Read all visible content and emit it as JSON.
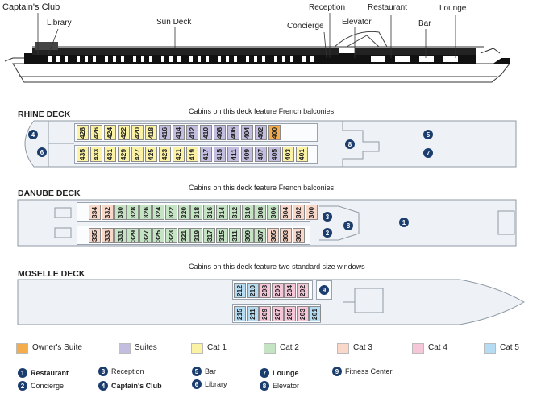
{
  "profile": {
    "labels": [
      {
        "text": "Captain's Club"
      },
      {
        "text": "Library"
      },
      {
        "text": "Sun Deck"
      },
      {
        "text": "Reception"
      },
      {
        "text": "Concierge"
      },
      {
        "text": "Elevator"
      },
      {
        "text": "Restaurant"
      },
      {
        "text": "Bar"
      },
      {
        "text": "Lounge"
      }
    ]
  },
  "rhine": {
    "title": "RHINE DECK",
    "note": "Cabins on this deck feature French balconies",
    "top": [
      {
        "n": "428",
        "c": "cat1"
      },
      {
        "n": "426",
        "c": "cat1"
      },
      {
        "n": "424",
        "c": "cat1"
      },
      {
        "n": "422",
        "c": "cat1"
      },
      {
        "n": "420",
        "c": "cat1"
      },
      {
        "n": "418",
        "c": "cat1"
      },
      {
        "n": "416",
        "c": "suite"
      },
      {
        "n": "414",
        "c": "suite"
      },
      {
        "n": "412",
        "c": "suite"
      },
      {
        "n": "410",
        "c": "suite"
      },
      {
        "n": "408",
        "c": "suite"
      },
      {
        "n": "406",
        "c": "suite"
      },
      {
        "n": "404",
        "c": "suite"
      },
      {
        "n": "402",
        "c": "suite"
      },
      {
        "n": "400",
        "c": "owner"
      }
    ],
    "bottom": [
      {
        "n": "435",
        "c": "cat1"
      },
      {
        "n": "433",
        "c": "cat1"
      },
      {
        "n": "431",
        "c": "cat1"
      },
      {
        "n": "429",
        "c": "cat1"
      },
      {
        "n": "427",
        "c": "cat1"
      },
      {
        "n": "425",
        "c": "cat1"
      },
      {
        "n": "423",
        "c": "cat1"
      },
      {
        "n": "421",
        "c": "cat1"
      },
      {
        "n": "419",
        "c": "cat1"
      },
      {
        "n": "417",
        "c": "suite"
      },
      {
        "n": "415",
        "c": "suite"
      },
      {
        "n": "411",
        "c": "suite"
      },
      {
        "n": "409",
        "c": "suite"
      },
      {
        "n": "407",
        "c": "suite"
      },
      {
        "n": "405",
        "c": "suite"
      },
      {
        "n": "403",
        "c": "cat1"
      },
      {
        "n": "401",
        "c": "cat1"
      }
    ],
    "markers": [
      "4",
      "6",
      "8",
      "5",
      "7"
    ]
  },
  "danube": {
    "title": "DANUBE DECK",
    "note": "Cabins on this deck feature French balconies",
    "top": [
      {
        "n": "334",
        "c": "cat3"
      },
      {
        "n": "332",
        "c": "cat3"
      },
      {
        "n": "330",
        "c": "cat2"
      },
      {
        "n": "328",
        "c": "cat2"
      },
      {
        "n": "326",
        "c": "cat2"
      },
      {
        "n": "324",
        "c": "cat2"
      },
      {
        "n": "322",
        "c": "cat2"
      },
      {
        "n": "320",
        "c": "cat2"
      },
      {
        "n": "318",
        "c": "cat2"
      },
      {
        "n": "316",
        "c": "cat2"
      },
      {
        "n": "314",
        "c": "cat2"
      },
      {
        "n": "312",
        "c": "cat2"
      },
      {
        "n": "310",
        "c": "cat2"
      },
      {
        "n": "308",
        "c": "cat2"
      },
      {
        "n": "306",
        "c": "cat2"
      },
      {
        "n": "304",
        "c": "cat3"
      },
      {
        "n": "302",
        "c": "cat3"
      },
      {
        "n": "300",
        "c": "cat3"
      }
    ],
    "bottom": [
      {
        "n": "335",
        "c": "cat3"
      },
      {
        "n": "333",
        "c": "cat3"
      },
      {
        "n": "331",
        "c": "cat2"
      },
      {
        "n": "329",
        "c": "cat2"
      },
      {
        "n": "327",
        "c": "cat2"
      },
      {
        "n": "325",
        "c": "cat2"
      },
      {
        "n": "323",
        "c": "cat2"
      },
      {
        "n": "321",
        "c": "cat2"
      },
      {
        "n": "319",
        "c": "cat2"
      },
      {
        "n": "317",
        "c": "cat2"
      },
      {
        "n": "315",
        "c": "cat2"
      },
      {
        "n": "311",
        "c": "cat2"
      },
      {
        "n": "309",
        "c": "cat2"
      },
      {
        "n": "307",
        "c": "cat2"
      },
      {
        "n": "305",
        "c": "cat3"
      },
      {
        "n": "303",
        "c": "cat3"
      },
      {
        "n": "301",
        "c": "cat3"
      }
    ],
    "markers": [
      "3",
      "2",
      "8",
      "1"
    ]
  },
  "moselle": {
    "title": "MOSELLE DECK",
    "note": "Cabins on this deck feature two standard size windows",
    "top": [
      {
        "n": "212",
        "c": "cat5"
      },
      {
        "n": "210",
        "c": "cat5"
      },
      {
        "n": "208",
        "c": "cat4"
      },
      {
        "n": "206",
        "c": "cat4"
      },
      {
        "n": "204",
        "c": "cat4"
      },
      {
        "n": "202",
        "c": "cat4"
      }
    ],
    "bottom": [
      {
        "n": "215",
        "c": "cat5"
      },
      {
        "n": "211",
        "c": "cat5"
      },
      {
        "n": "209",
        "c": "cat4"
      },
      {
        "n": "207",
        "c": "cat4"
      },
      {
        "n": "205",
        "c": "cat4"
      },
      {
        "n": "203",
        "c": "cat4"
      },
      {
        "n": "201",
        "c": "cat5"
      }
    ],
    "markers": [
      "9"
    ]
  },
  "legend": [
    {
      "label": "Owner's Suite",
      "c": "owner"
    },
    {
      "label": "Suites",
      "c": "suite"
    },
    {
      "label": "Cat 1",
      "c": "cat1"
    },
    {
      "label": "Cat 2",
      "c": "cat2"
    },
    {
      "label": "Cat 3",
      "c": "cat3"
    },
    {
      "label": "Cat 4",
      "c": "cat4"
    },
    {
      "label": "Cat 5",
      "c": "cat5"
    }
  ],
  "key": [
    {
      "n": "1",
      "label": "Restaurant"
    },
    {
      "n": "2",
      "label": "Concierge"
    },
    {
      "n": "3",
      "label": "Reception"
    },
    {
      "n": "4",
      "label": "Captain's Club"
    },
    {
      "n": "5",
      "label": "Bar"
    },
    {
      "n": "6",
      "label": "Library"
    },
    {
      "n": "7",
      "label": "Lounge"
    },
    {
      "n": "8",
      "label": "Elevator"
    },
    {
      "n": "9",
      "label": "Fitness Center"
    }
  ],
  "colors": {
    "owner": "#f4ad4a",
    "suite": "#c3bde0",
    "cat1": "#fbf3a3",
    "cat2": "#c4e4c4",
    "cat3": "#f9d7c9",
    "cat4": "#f6c6d9",
    "cat5": "#b5dcf2",
    "marker": "#1b3d6e"
  }
}
